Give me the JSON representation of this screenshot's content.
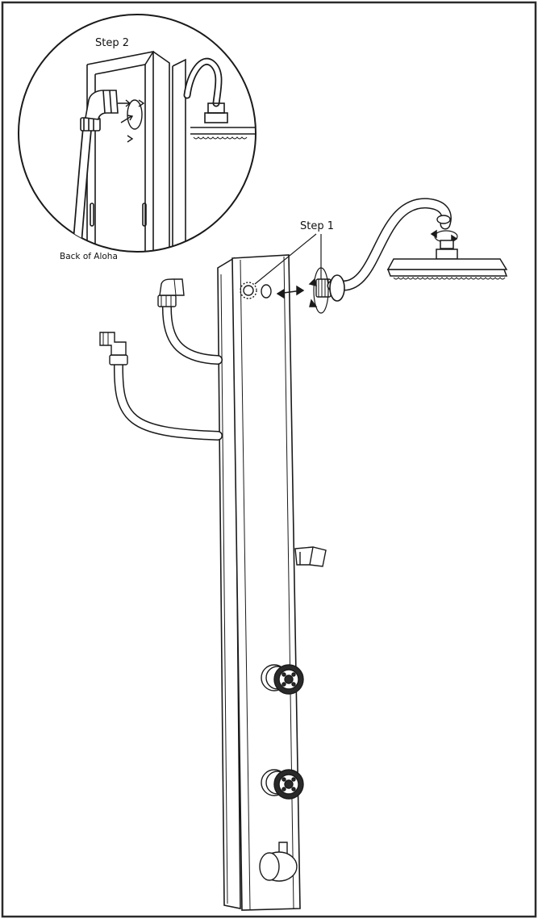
{
  "labels": {
    "step2": "Step 2",
    "step1": "Step 1",
    "back_of_aloha": "Back of Aloha"
  },
  "colors": {
    "line": "#1a1a1a",
    "fill": "#ffffff",
    "frame": "#2b2b2b"
  },
  "icons": {
    "rotate": "rotate-arrows-icon",
    "connect": "double-arrow-icon"
  }
}
